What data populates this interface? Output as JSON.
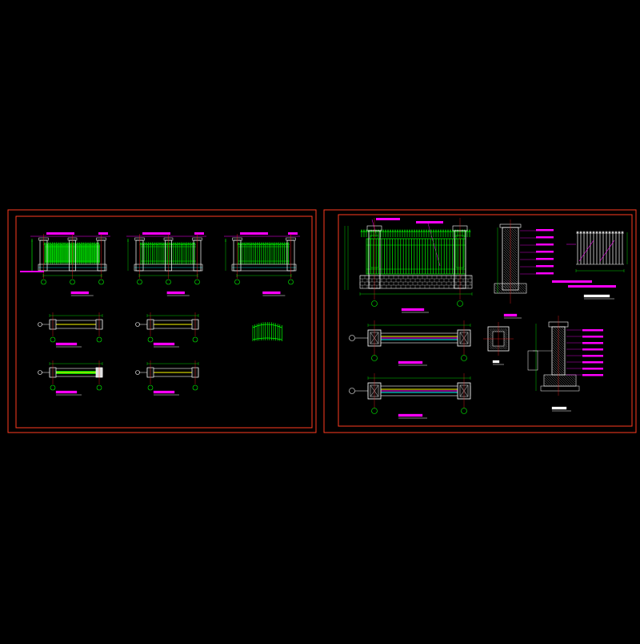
{
  "drawing": {
    "background_color": "#000000",
    "frame_color": "#ff3b1f",
    "colors": {
      "green": "#00ff00",
      "magenta": "#ff00ff",
      "cyan": "#00ffff",
      "yellow": "#ffff00",
      "white": "#ffffff",
      "red": "#ff2020"
    },
    "sheets": [
      {
        "name": "sheet-left",
        "views": [
          "elevation-1",
          "elevation-2",
          "elevation-3",
          "plan-1",
          "plan-2",
          "plan-3",
          "plan-4",
          "curved-fence"
        ]
      },
      {
        "name": "sheet-right",
        "views": [
          "main-elevation",
          "column-section",
          "detail-elevation",
          "plan-a",
          "plan-b",
          "column-plan-detail",
          "base-section"
        ]
      }
    ]
  }
}
